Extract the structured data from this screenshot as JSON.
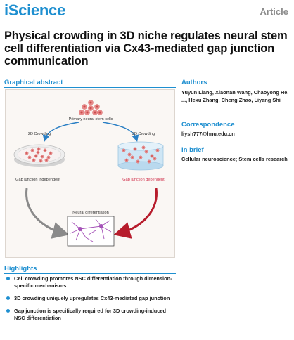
{
  "header": {
    "journal": "iScience",
    "article_type": "Article"
  },
  "title": "Physical crowding in 3D niche regulates neural stem cell differentiation via Cx43-mediated gap junction communication",
  "graphical_abstract": {
    "heading": "Graphical abstract",
    "top_label": "Primary neural stem cells",
    "left_label": "2D Crowding",
    "right_label": "3D Crowding",
    "left_result": "Gap junction independent",
    "right_result": "Gap junction dependent",
    "bottom_label": "Neural differentiation",
    "colors": {
      "cell": "#e88a8a",
      "cell_core": "#c94c4c",
      "left_arrow": "#8a8a8a",
      "right_arrow": "#b71c2c",
      "neuron": "#a552b8",
      "dish_2d": "#dcdcdc",
      "gel_3d": "#cfe6f5",
      "dependent_text": "#d1334d"
    }
  },
  "authors": {
    "heading": "Authors",
    "text": "Yuyun Liang, Xiaonan Wang, Chaoyong He, ..., Hexu Zhang, Cheng Zhao, Liyang Shi"
  },
  "correspondence": {
    "heading": "Correspondence",
    "email": "liysh777@hnu.edu.cn"
  },
  "in_brief": {
    "heading": "In brief",
    "text": "Cellular neuroscience; Stem cells research"
  },
  "highlights": {
    "heading": "Highlights",
    "items": [
      "Cell crowding promotes NSC differentiation through dimension-specific mechanisms",
      "3D crowding uniquely upregulates Cx43-mediated gap junction",
      "Gap junction is specifically required for 3D crowding-induced NSC differentiation"
    ]
  }
}
